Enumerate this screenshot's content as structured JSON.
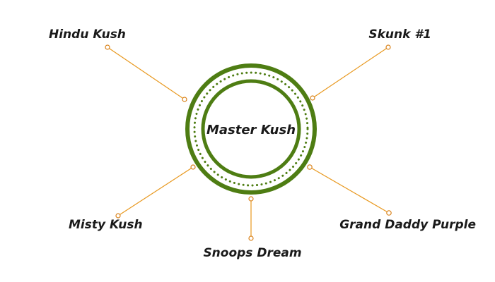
{
  "center": {
    "label": "Master Kush",
    "ring_color": "#4e7d13"
  },
  "connector_color": "#e8981e",
  "nodes": [
    {
      "id": "hindu-kush",
      "label": "Hindu Kush"
    },
    {
      "id": "skunk-1",
      "label": "Skunk #1"
    },
    {
      "id": "misty-kush",
      "label": "Misty Kush"
    },
    {
      "id": "grand-daddy-purple",
      "label": "Grand Daddy Purple"
    },
    {
      "id": "snoops-dream",
      "label": "Snoops Dream"
    }
  ]
}
